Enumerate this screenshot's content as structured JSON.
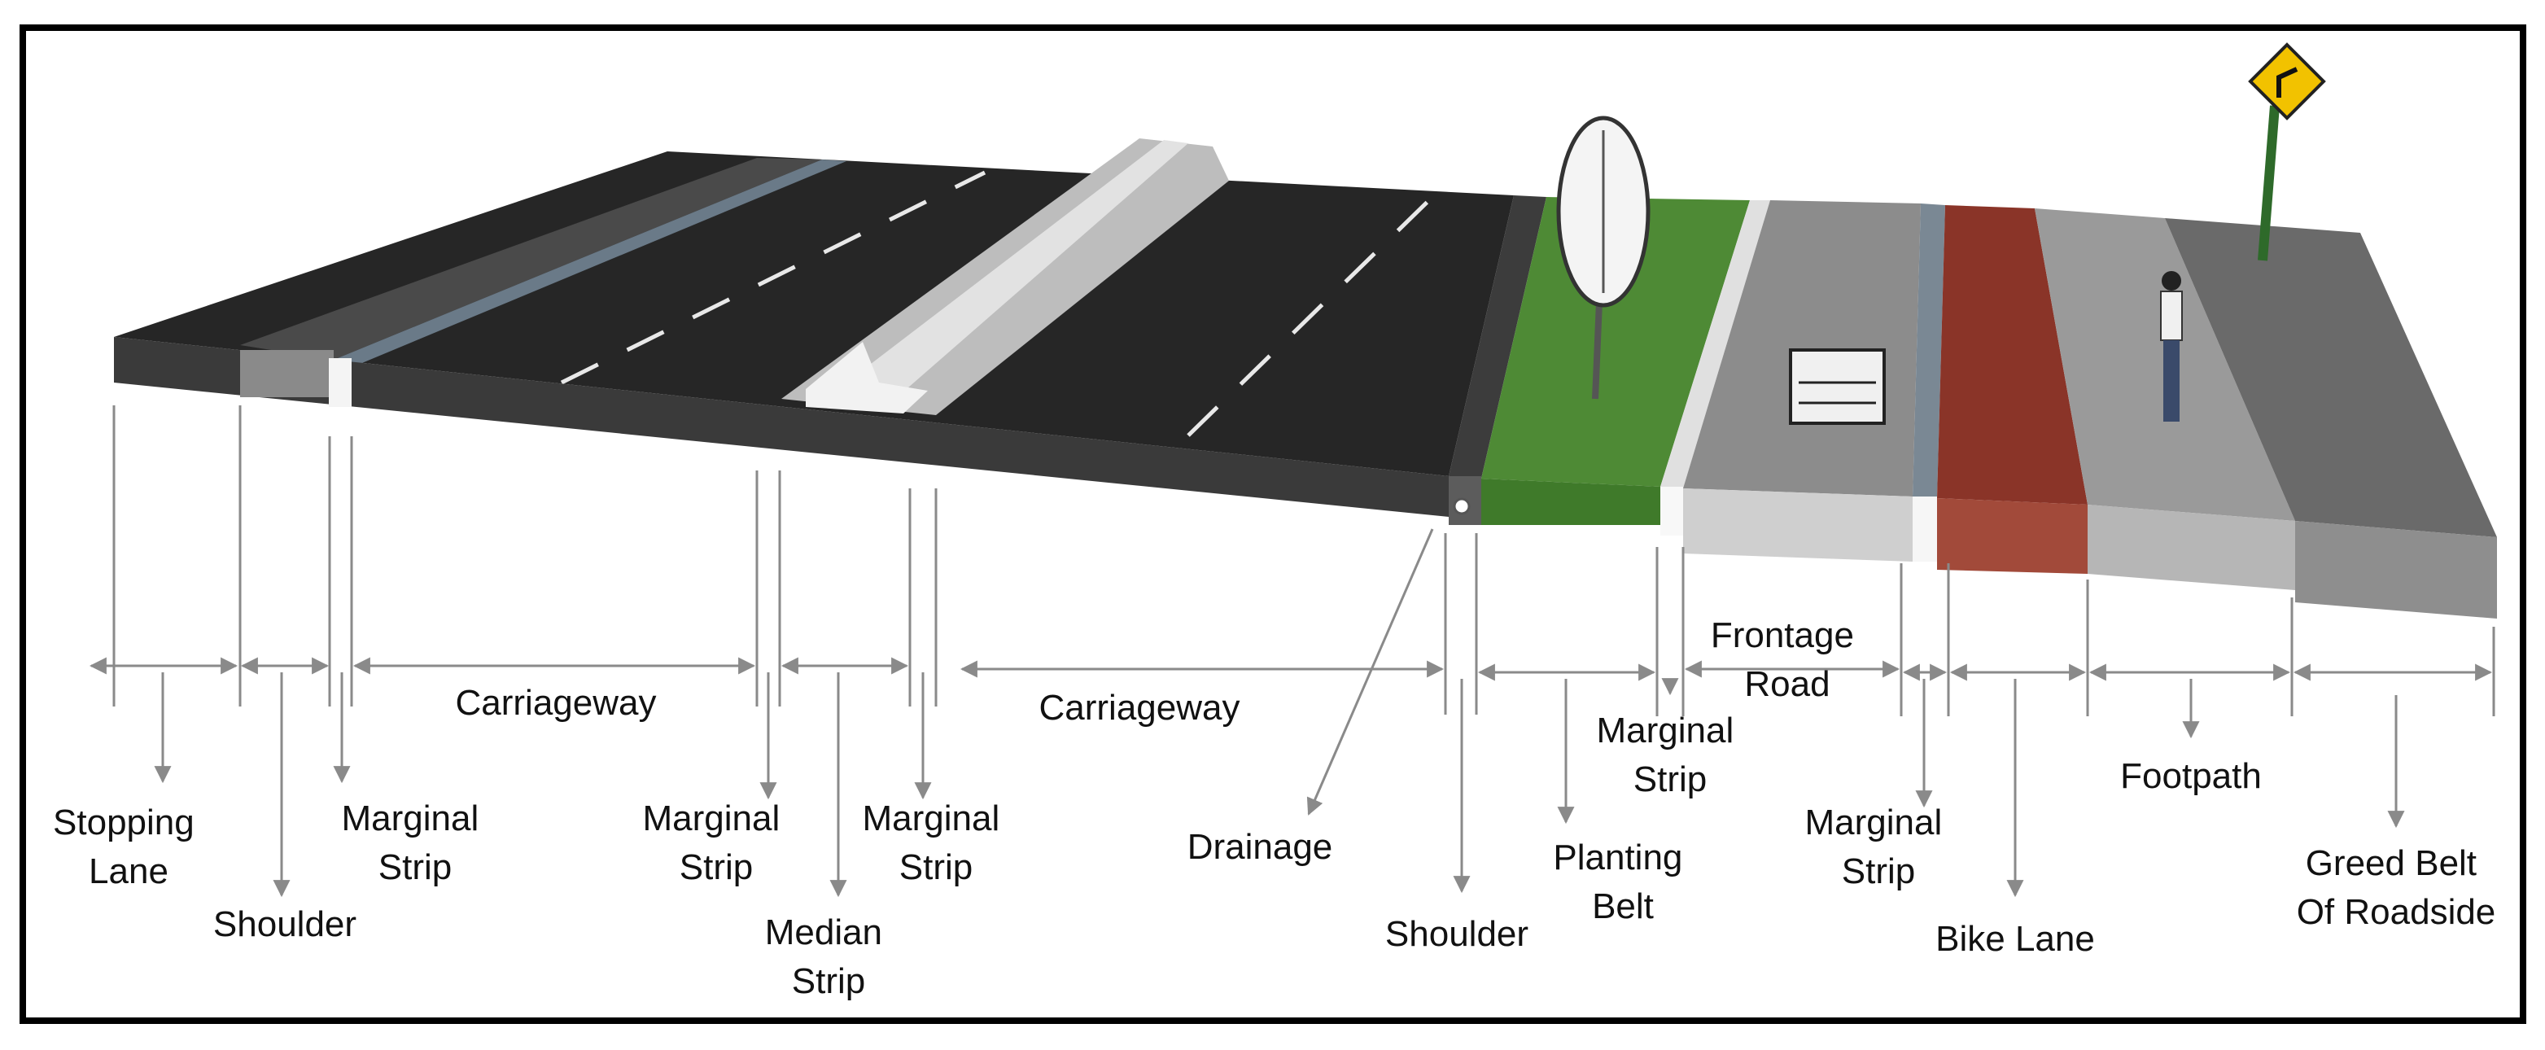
{
  "labels": {
    "stopping_lane": [
      "Stopping",
      "Lane"
    ],
    "shoulder_left": [
      "Shoulder"
    ],
    "marginal_strip_1": [
      "Marginal",
      "Strip"
    ],
    "carriageway_1": [
      "Carriageway"
    ],
    "marginal_strip_2": [
      "Marginal",
      "Strip"
    ],
    "median_strip": [
      "Median",
      "Strip"
    ],
    "marginal_strip_3": [
      "Marginal",
      "Strip"
    ],
    "carriageway_2": [
      "Carriageway"
    ],
    "drainage": [
      "Drainage"
    ],
    "shoulder_right": [
      "Shoulder"
    ],
    "planting_belt": [
      "Planting",
      "Belt"
    ],
    "marginal_strip_4": [
      "Marginal",
      "Strip"
    ],
    "frontage_road": [
      "Frontage",
      "Road"
    ],
    "marginal_strip_5": [
      "Marginal",
      "Strip"
    ],
    "bike_lane": [
      "Bike Lane"
    ],
    "footpath": [
      "Footpath"
    ],
    "green_belt": [
      "Greed Belt",
      "Of Roadside"
    ]
  },
  "colors": {
    "asphalt": "#2b2b2b",
    "planting": "#4e8a35",
    "bike_lane": "#8a3428",
    "footpath": "#9a9a9a",
    "frame": "#000000"
  }
}
